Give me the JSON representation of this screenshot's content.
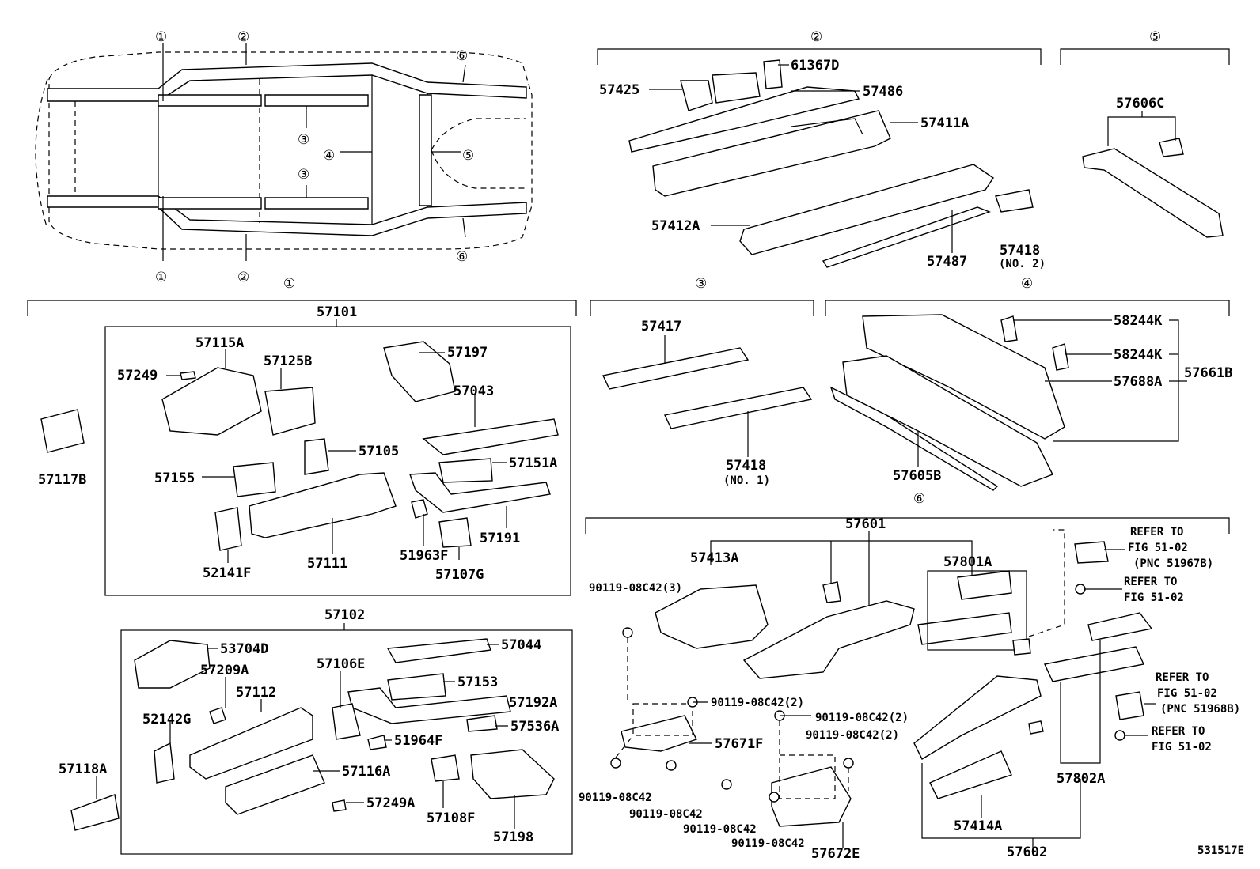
{
  "labels": {
    "57425": "57425",
    "61367D": "61367D",
    "57486": "57486",
    "57411A": "57411A",
    "57412A": "57412A",
    "57487": "57487",
    "57418": "57418",
    "no2": "(NO. 2)",
    "57606C": "57606C",
    "57101": "57101",
    "57115A": "57115A",
    "57249": "57249",
    "57125B": "57125B",
    "57197": "57197",
    "57043": "57043",
    "57117B": "57117B",
    "57105": "57105",
    "57155": "57155",
    "57151A": "57151A",
    "57191": "57191",
    "52141F": "52141F",
    "57111": "57111",
    "51963F": "51963F",
    "57107G": "57107G",
    "57417": "57417",
    "57418b": "57418",
    "no1": "(NO. 1)",
    "58244K_1": "58244K",
    "58244K_2": "58244K",
    "57688A": "57688A",
    "57661B": "57661B",
    "57605B": "57605B",
    "57102": "57102",
    "53704D": "53704D",
    "57209A": "57209A",
    "57112": "57112",
    "57106E": "57106E",
    "57044": "57044",
    "57153": "57153",
    "57192A": "57192A",
    "52142G": "52142G",
    "51964F": "51964F",
    "57536A": "57536A",
    "57118A": "57118A",
    "57116A": "57116A",
    "57249A": "57249A",
    "57108F": "57108F",
    "57198": "57198",
    "57601": "57601",
    "57413A": "57413A",
    "57801A": "57801A",
    "bolt3": "90119-08C42(3)",
    "bolt2a": "90119-08C42(2)",
    "bolt2b": "90119-08C42(2)",
    "bolt2c": "90119-08C42(2)",
    "bolt_a": "90119-08C42",
    "bolt_b": "90119-08C42",
    "bolt_c": "90119-08C42",
    "bolt_d": "90119-08C42",
    "57671F": "57671F",
    "57672E": "57672E",
    "57414A": "57414A",
    "57602": "57602",
    "57802A": "57802A",
    "diagram_id": "531517E"
  },
  "refer": {
    "r1": [
      "REFER TO",
      "FIG 51-02",
      "(PNC 51967B)"
    ],
    "r2": [
      "REFER TO",
      "FIG 51-02"
    ],
    "r3": [
      "REFER TO",
      "FIG 51-02",
      "(PNC 51968B)"
    ],
    "r4": [
      "REFER TO",
      "FIG 51-02"
    ]
  },
  "circles": [
    "①",
    "②",
    "③",
    "④",
    "⑤",
    "⑥"
  ]
}
